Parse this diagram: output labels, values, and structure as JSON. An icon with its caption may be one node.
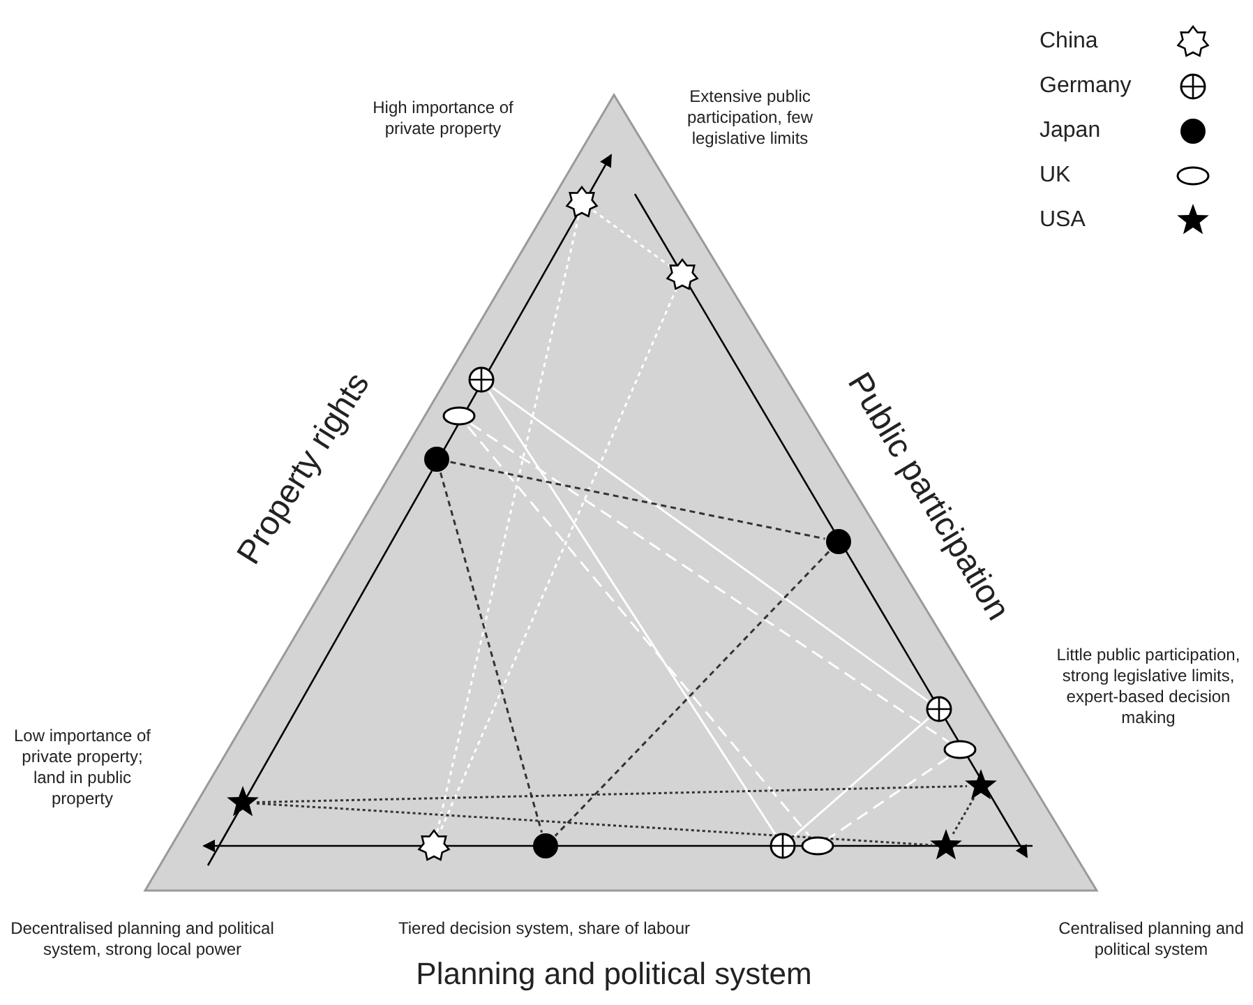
{
  "diagram": {
    "nodes": [
      {
        "text": [],
        "shape": "starburst"
      },
      {
        "text": [],
        "shape": "starburst"
      },
      {
        "text": [],
        "shape": "crosshair"
      },
      {
        "text": [],
        "shape": "ellipse"
      },
      {
        "text": [],
        "shape": "dot"
      },
      {
        "text": [],
        "shape": "dot"
      },
      {
        "text": [],
        "shape": "crosshair"
      },
      {
        "text": [],
        "shape": "ellipse"
      },
      {
        "text": [],
        "shape": "star"
      },
      {
        "text": [],
        "shape": "star"
      },
      {
        "text": [],
        "shape": "starburst"
      },
      {
        "text": [],
        "shape": "dot"
      },
      {
        "text": [],
        "shape": "crosshair"
      },
      {
        "text": [],
        "shape": "ellipse"
      },
      {
        "text": [],
        "shape": "star"
      }
    ],
    "edges": [
      {
        "from": 0,
        "to": 1,
        "arrow": "none",
        "style": "dashed"
      },
      {
        "from": 0,
        "to": 10,
        "arrow": "none",
        "style": "dashed"
      },
      {
        "from": 1,
        "to": 10,
        "arrow": "none",
        "style": "dashed"
      },
      {
        "from": 2,
        "to": 6,
        "arrow": "none"
      },
      {
        "from": 2,
        "to": 12,
        "arrow": "none"
      },
      {
        "from": 6,
        "to": 12,
        "arrow": "none"
      },
      {
        "from": 3,
        "to": 7,
        "arrow": "none",
        "style": "dashed"
      },
      {
        "from": 3,
        "to": 13,
        "arrow": "none",
        "style": "dashed"
      },
      {
        "from": 7,
        "to": 13,
        "arrow": "none",
        "style": "dashed"
      },
      {
        "from": 4,
        "to": 5,
        "arrow": "none",
        "style": "dashed",
        "color": "#333333"
      },
      {
        "from": 4,
        "to": 11,
        "arrow": "none",
        "style": "dashed",
        "color": "#333333"
      },
      {
        "from": 5,
        "to": 11,
        "arrow": "none",
        "style": "dashed",
        "color": "#333333"
      },
      {
        "from": 9,
        "to": 8,
        "arrow": "none",
        "style": "dashed",
        "color": "#333333"
      },
      {
        "from": 9,
        "to": 14,
        "arrow": "none",
        "style": "dashed",
        "color": "#333333"
      },
      {
        "from": 8,
        "to": 14,
        "arrow": "none",
        "style": "dashed",
        "color": "#333333"
      }
    ],
    "labels": [
      "High importance of private property",
      "Extensive public participation, few legislative limits",
      "Property rights",
      "Public participation",
      "Low importance of private property; land in public property",
      "Little public participation, strong legislative limits, expert-based decision making",
      "Decentralised planning and political system, strong local power",
      "Tiered decision system, share of labour",
      "Centralised planning and political system",
      "Planning and political system"
    ],
    "legend": [
      {
        "text": "China"
      },
      {
        "text": "Germany"
      },
      {
        "text": "Japan"
      },
      {
        "text": "UK"
      },
      {
        "text": "USA"
      }
    ]
  }
}
